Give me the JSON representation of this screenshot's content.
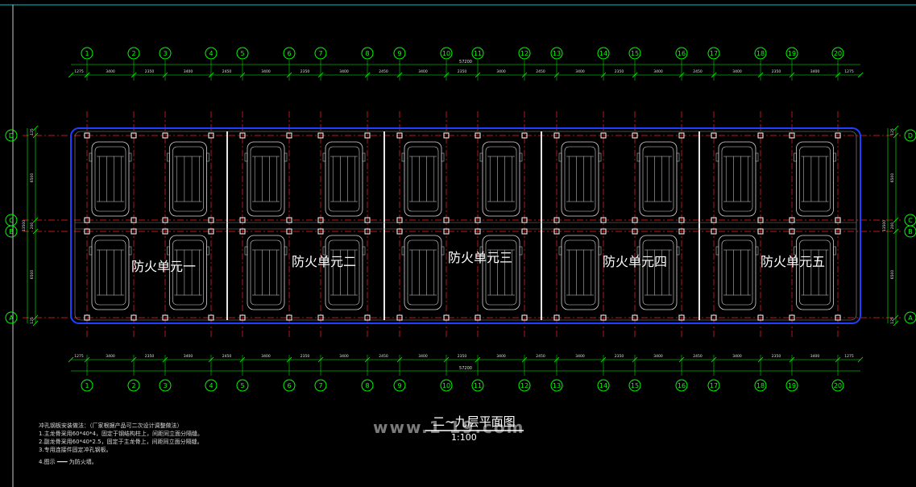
{
  "drawing": {
    "title": "二~九层平面图",
    "scale": "1:100",
    "watermark": "www.1   19.com"
  },
  "grid": {
    "columns": [
      "1",
      "2",
      "3",
      "4",
      "5",
      "6",
      "7",
      "8",
      "9",
      "10",
      "11",
      "12",
      "13",
      "14",
      "15",
      "16",
      "17",
      "18",
      "19",
      "20"
    ],
    "rows": [
      "D",
      "C",
      "B",
      "A"
    ]
  },
  "dimensions": {
    "top_bays": [
      "1275",
      "3400",
      "2350",
      "3400",
      "2450",
      "3400",
      "2350",
      "3400",
      "2450",
      "3400",
      "2350",
      "3400",
      "2450",
      "3400",
      "2350",
      "3400",
      "2450",
      "3400",
      "2350",
      "3400",
      "1275"
    ],
    "bottom_bays": [
      "1275",
      "3400",
      "2350",
      "3400",
      "2450",
      "3400",
      "2350",
      "3400",
      "2450",
      "3400",
      "2350",
      "3400",
      "2450",
      "3400",
      "2350",
      "3400",
      "2450",
      "3400",
      "2350",
      "3400",
      "1275"
    ],
    "overall": "57200",
    "left_vertical": [
      "125",
      "6500",
      "200",
      "6500",
      "125"
    ],
    "left_total": "13500",
    "right_vertical": [
      "125",
      "6500",
      "200",
      "6500",
      "125"
    ],
    "right_total": "13500"
  },
  "fire_units": [
    "防火单元一",
    "防火单元二",
    "防火单元三",
    "防火单元四",
    "防火单元五"
  ],
  "notes": [
    "冲孔钢板安装做法：（厂家根据产品可二次设计调整做法）",
    "1.主龙骨采用60*40*4，固定于钢结构柱上，间距同立面分隔缝。",
    "2.副龙骨采用60*40*2.5，固定于主龙骨上，间距同立面分隔缝。",
    "3.专用连接件固定冲孔钢板。",
    "4.图示 ━━━ 为防火墙。"
  ],
  "colors": {
    "background": "#000000",
    "grid_circle": "#00ff00",
    "axis_line": "#ff2020",
    "dim_line": "#00ff00",
    "dim_text": "#e0e0e0",
    "car_outline": "#d8d8d8",
    "building_outline": "#2040ff",
    "column": "#ffffff",
    "frame": "#00c0c0",
    "title": "#ffffff"
  },
  "icons": {
    "car": "car-plan-icon",
    "axis_bubble": "grid-bubble-icon",
    "column": "column-icon"
  }
}
